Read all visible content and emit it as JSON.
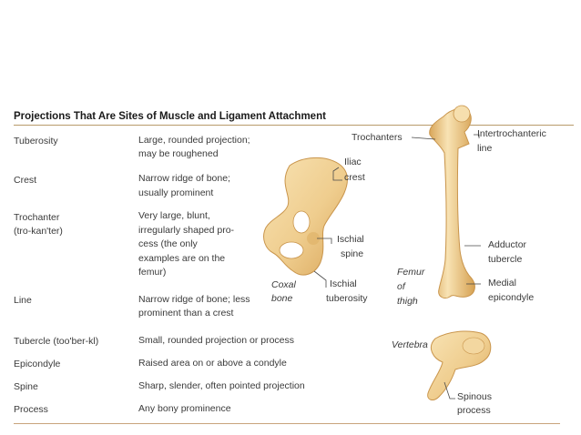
{
  "table": {
    "title": "Projections That Are Sites of Muscle and Ligament Attachment",
    "rows": [
      {
        "term": "Tuberosity",
        "desc1": "Large, rounded projection;",
        "desc2": "may be roughened"
      },
      {
        "term": "Crest",
        "desc1": "Narrow ridge of bone;",
        "desc2": "usually prominent"
      },
      {
        "term": "Trochanter",
        "term2": "(tro-kan'ter)",
        "desc1": "Very large, blunt,",
        "desc2": "irregularly shaped pro-",
        "desc3": "cess (the only",
        "desc4": "examples are on the",
        "desc5": "femur)"
      },
      {
        "term": "Line",
        "desc1": "Narrow ridge of bone; less",
        "desc2": "prominent than a crest"
      },
      {
        "term": "Tubercle (too'ber-kl)",
        "desc1": "Small, rounded projection or process"
      },
      {
        "term": "Epicondyle",
        "desc1": "Raised area on or above a condyle"
      },
      {
        "term": "Spine",
        "desc1": "Sharp, slender, often pointed projection"
      },
      {
        "term": "Process",
        "desc1": "Any bony prominence"
      }
    ]
  },
  "figure": {
    "coxal": {
      "iliac_crest_1": "Iliac",
      "iliac_crest_2": "crest",
      "ischial_spine_1": "Ischial",
      "ischial_spine_2": "spine",
      "ischial_tub_1": "Ischial",
      "ischial_tub_2": "tuberosity",
      "bone_1": "Coxal",
      "bone_2": "bone"
    },
    "femur": {
      "trochanters": "Trochanters",
      "intertroch_1": "Intertrochanteric",
      "intertroch_2": "line",
      "adductor_1": "Adductor",
      "adductor_2": "tubercle",
      "medial_1": "Medial",
      "medial_2": "epicondyle",
      "bone_1": "Femur",
      "bone_2": "of",
      "bone_3": "thigh"
    },
    "vertebra": {
      "bone": "Vertebra",
      "spinous_1": "Spinous",
      "spinous_2": "process"
    }
  },
  "colors": {
    "bone": "#f1d49c",
    "bone_shade": "#d9a95a",
    "rule": "#c8a47c"
  }
}
